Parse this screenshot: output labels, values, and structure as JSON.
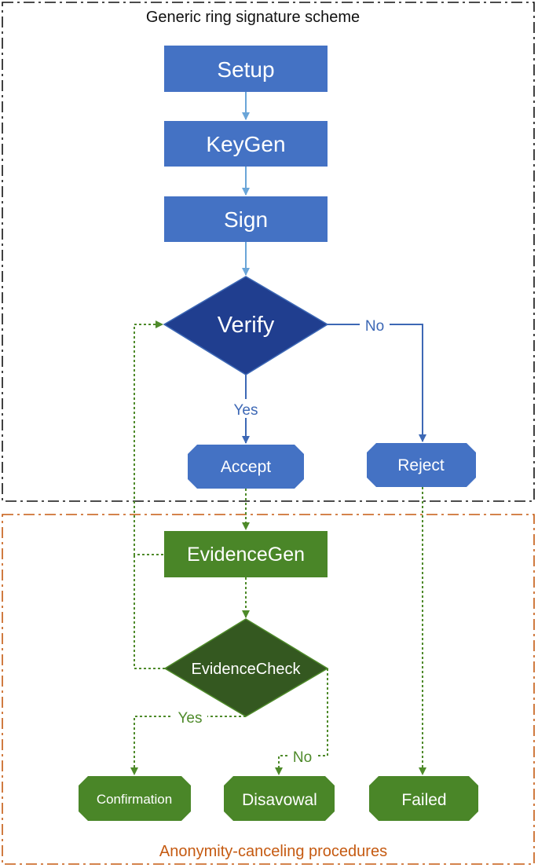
{
  "regions": {
    "top_title": "Generic ring signature scheme",
    "bottom_title": "Anonymity-canceling procedures"
  },
  "nodes": {
    "setup": "Setup",
    "keygen": "KeyGen",
    "sign": "Sign",
    "verify": "Verify",
    "accept": "Accept",
    "reject": "Reject",
    "evidencegen": "EvidenceGen",
    "evidencecheck": "EvidenceCheck",
    "confirmation": "Confirmation",
    "disavowal": "Disavowal",
    "failed": "Failed"
  },
  "edges": {
    "verify_no": "No",
    "verify_yes": "Yes",
    "check_yes": "Yes",
    "check_no": "No"
  },
  "colors": {
    "blue_box": "#4472c4",
    "blue_diamond": "#203e8f",
    "blue_arrow": "#6aa5d8",
    "green_box": "#4a8628",
    "green_diamond": "#345820",
    "green_arrow": "#4e8a2a",
    "orange_text": "#c55a11",
    "orange_border": "#c55a11",
    "black_border": "#111111"
  }
}
